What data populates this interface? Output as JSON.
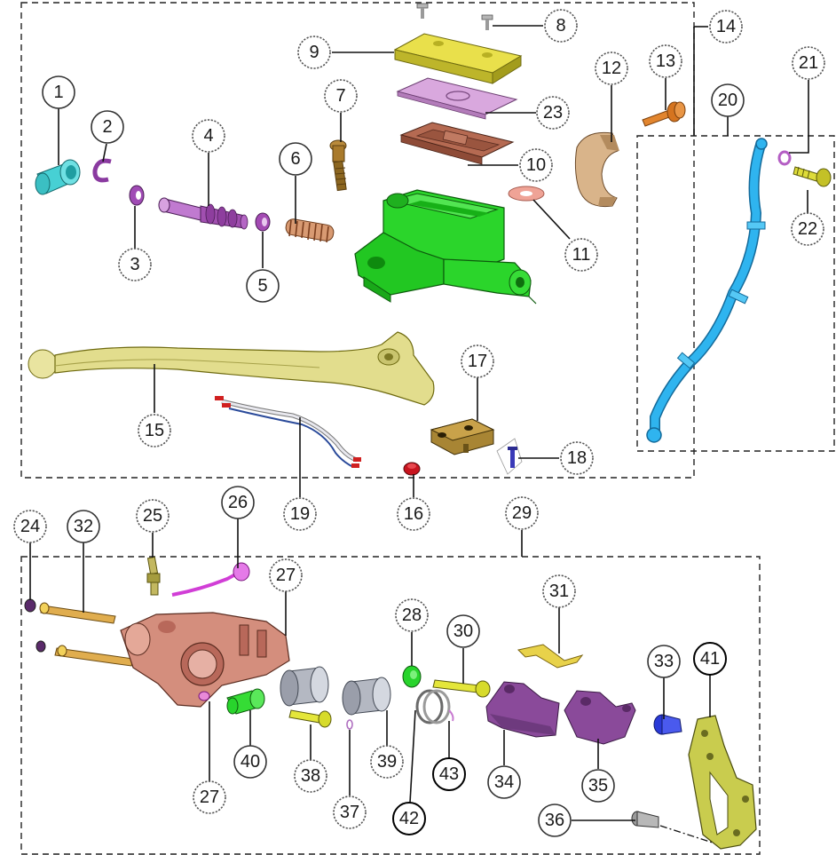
{
  "groups": [
    {
      "label": "14"
    },
    {
      "label": "20"
    },
    {
      "label": "29"
    }
  ],
  "parts": [
    {
      "label": "1",
      "name": "reservoir-cap-bush",
      "color": "#2ec4c9"
    },
    {
      "label": "2",
      "name": "circlip",
      "color": "#8a3aa0"
    },
    {
      "label": "3",
      "name": "washer",
      "color": "#a04bb5"
    },
    {
      "label": "4",
      "name": "piston-assembly",
      "color": "#a14fb0"
    },
    {
      "label": "5",
      "name": "seal-cup",
      "color": "#a34ab3"
    },
    {
      "label": "6",
      "name": "return-spring",
      "color": "#b9744e"
    },
    {
      "label": "7",
      "name": "pivot-bolt",
      "color": "#b98a3b"
    },
    {
      "label": "8",
      "name": "cap-screw",
      "color": "#9a9a9a"
    },
    {
      "label": "9",
      "name": "reservoir-cover",
      "color": "#d6cf2a"
    },
    {
      "label": "10",
      "name": "diaphragm",
      "color": "#a85a45"
    },
    {
      "label": "11",
      "name": "sealing-washer",
      "color": "#e28a7d"
    },
    {
      "label": "12",
      "name": "handlebar-clamp",
      "color": "#c69a6a"
    },
    {
      "label": "13",
      "name": "clamp-bolt",
      "color": "#d5741f"
    },
    {
      "label": "15",
      "name": "brake-lever",
      "color": "#c9c46e"
    },
    {
      "label": "16",
      "name": "rubber-cap",
      "color": "#c8141e"
    },
    {
      "label": "17",
      "name": "brake-light-switch",
      "color": "#8b6a24"
    },
    {
      "label": "18",
      "name": "switch-screw",
      "color": "#3a3ab8"
    },
    {
      "label": "19",
      "name": "switch-wire",
      "color": "#cfd6e0"
    },
    {
      "label": "21",
      "name": "banjo-washer",
      "color": "#b45ec4"
    },
    {
      "label": "22",
      "name": "banjo-bolt",
      "color": "#c4c127"
    },
    {
      "label": "23",
      "name": "diaphragm-plate",
      "color": "#cc8fd0"
    },
    {
      "label": "24",
      "name": "pin-cap",
      "color": "#5a2a6a"
    },
    {
      "label": "25",
      "name": "bleeder-valve",
      "color": "#c3b860"
    },
    {
      "label": "26",
      "name": "bleeder-cap",
      "color": "#d13ed6"
    },
    {
      "label": "27",
      "name": "caliper-body",
      "color": "#c97d6c"
    },
    {
      "label": "28",
      "name": "dust-boot",
      "color": "#28d42c"
    },
    {
      "label": "30",
      "name": "pad-pin",
      "color": "#d7db2a"
    },
    {
      "label": "31",
      "name": "pad-spring",
      "color": "#d9c33a"
    },
    {
      "label": "32",
      "name": "slide-pin",
      "color": "#d49a3a"
    },
    {
      "label": "33",
      "name": "pin-plug",
      "color": "#2a3ad7"
    },
    {
      "label": "34",
      "name": "brake-pad-inner",
      "color": "#8a4a9a"
    },
    {
      "label": "35",
      "name": "brake-pad-outer",
      "color": "#8a4a9a"
    },
    {
      "label": "36",
      "name": "bracket-bolt",
      "color": "#8a8a8a"
    },
    {
      "label": "37",
      "name": "o-ring",
      "color": "#b070c0"
    },
    {
      "label": "38",
      "name": "slide-bolt",
      "color": "#d7db2a"
    },
    {
      "label": "39",
      "name": "caliper-piston",
      "color": "#b4b8c2"
    },
    {
      "label": "40",
      "name": "boot",
      "color": "#28d42c"
    },
    {
      "label": "41",
      "name": "caliper-bracket",
      "color": "#b5b83e"
    },
    {
      "label": "42",
      "name": "piston-seal",
      "color": "#9a9a9a"
    },
    {
      "label": "43",
      "name": "dust-seal",
      "color": "#c87ad0"
    }
  ],
  "extra_labels": {
    "second_27": "27"
  },
  "colors": {
    "master_cylinder": "#2bd52b",
    "brake_hose": "#2fb4ef",
    "background": "#ffffff"
  }
}
